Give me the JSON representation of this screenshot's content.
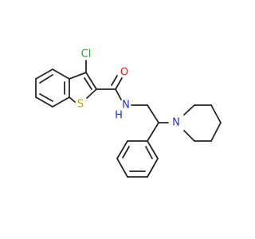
{
  "molecule": {
    "atoms": {
      "chlorine": {
        "label": "Cl",
        "color": "#2ca02c"
      },
      "oxygen": {
        "label": "O",
        "color": "#e8230c"
      },
      "sulfur": {
        "label": "S",
        "color": "#b8a200"
      },
      "amide_nitrogen": {
        "label": "N",
        "color": "#2433d6"
      },
      "amide_hydrogen": {
        "label": "H",
        "color": "#2433d6"
      },
      "piperidine_nitrogen": {
        "label": "N",
        "color": "#2433d6"
      }
    },
    "bond_color": "#262626"
  }
}
